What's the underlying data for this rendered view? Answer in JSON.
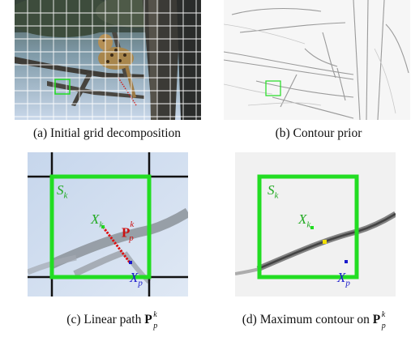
{
  "figure": {
    "panel_a": {
      "caption": "(a) Initial grid decomposition"
    },
    "panel_b": {
      "caption": "(b) Contour prior"
    },
    "panel_c": {
      "caption_prefix": "(c) Linear path ",
      "caption_symbol": "P",
      "caption_sup": "k",
      "caption_sub": "p",
      "label_superpixel": "S",
      "label_superpixel_sub": "k",
      "label_center": "X",
      "label_center_sub": "k",
      "label_pixel": "X",
      "label_pixel_sub": "p",
      "label_path": "P",
      "label_path_sup": "k",
      "label_path_sub": "p"
    },
    "panel_d": {
      "caption_prefix": "(d) Maximum contour on ",
      "caption_symbol": "P",
      "caption_sup": "k",
      "caption_sub": "p",
      "label_superpixel": "S",
      "label_superpixel_sub": "k",
      "label_center": "X",
      "label_center_sub": "k",
      "label_pixel": "X",
      "label_pixel_sub": "p"
    },
    "colors": {
      "superpixel_box": "#22dd22",
      "path": "#dd1111",
      "pixel": "#1a1acc",
      "max_contour": "#f2e000",
      "grid": "#ffffff"
    }
  }
}
